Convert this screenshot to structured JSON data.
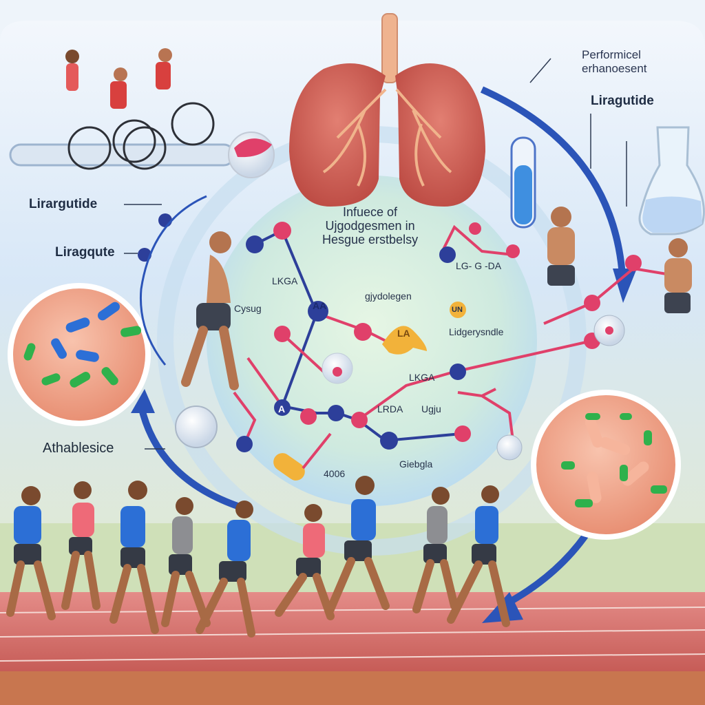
{
  "labels": {
    "top_right_line1": "Performicel",
    "top_right_line2": "erhanoesent",
    "top_right_drug": "Liragutide",
    "left_drug_1": "Lirargutide",
    "left_drug_2": "Liragqute",
    "left_bottom": "Athablesice",
    "center_line1": "Infuece of",
    "center_line2": "Ujgodgesmen in",
    "center_line3": "Hesgue erstbelsy",
    "mol_lkga_1": "LKGA",
    "mol_cysug": "Cysug",
    "mol_aa": "AA",
    "mol_a": "A",
    "mol_glydolegen": "gjydolegen",
    "mol_la": "LA",
    "mol_lg_g_da": "LG- G -DA",
    "mol_un": "UN",
    "mol_lidgerysndie": "Lidgerysndle",
    "mol_lkga_2": "LKGA",
    "mol_lrda": "LRDA",
    "mol_ugju": "Ugju",
    "mol_giebgla": "Giebgla",
    "mol_4006": "4006"
  },
  "colors": {
    "sky": "#dbe9f7",
    "arrow_blue": "#2b54b8",
    "lung": "#c85a52",
    "track": "#d86c6a",
    "molecule_red": "#e0406a",
    "molecule_blue": "#2d3f9a",
    "tissue": "#f2a48c",
    "pill_green": "#2fb14c",
    "pill_blue": "#2c6fd6"
  },
  "icons": [
    "lungs-icon",
    "flask-icon",
    "test-tube-icon",
    "cyclist-icon",
    "runner-icon",
    "pill-icon"
  ]
}
